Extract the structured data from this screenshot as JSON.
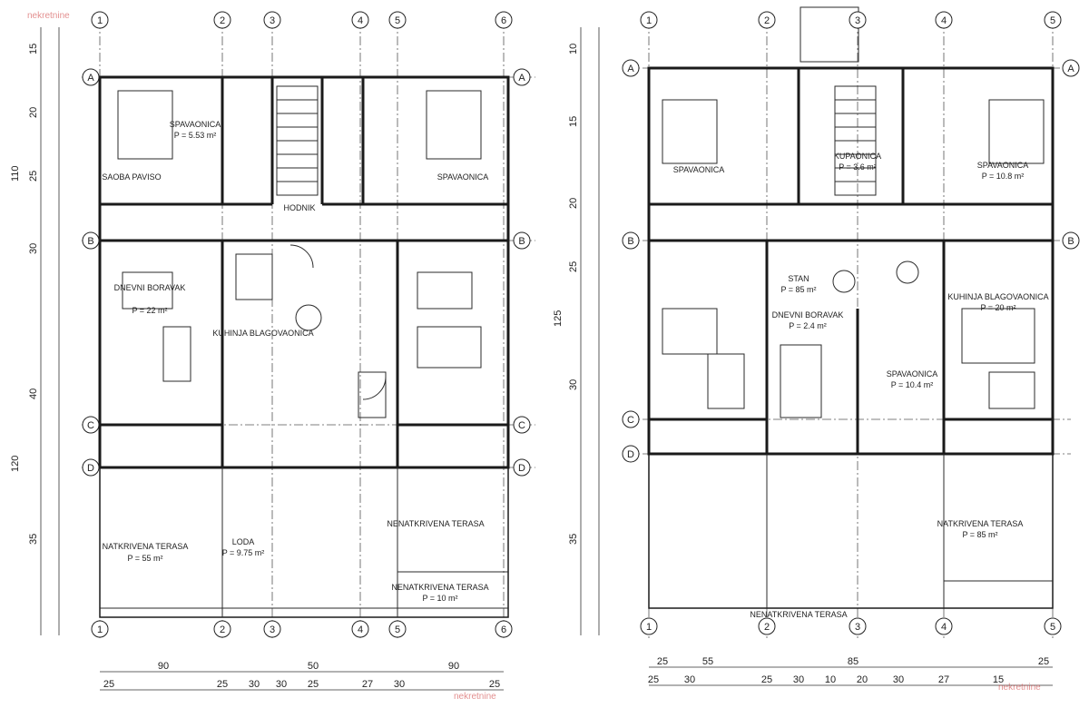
{
  "left_plan": {
    "grid_columns": [
      "1",
      "2",
      "3",
      "4",
      "5",
      "6"
    ],
    "grid_rows": [
      "A",
      "B",
      "C",
      "D"
    ],
    "rooms": [
      {
        "name": "SAOBA PAVISO",
        "line2": "",
        "area": ""
      },
      {
        "name": "SPAVAONICA",
        "line2": "",
        "area": "P = 5.53 m²"
      },
      {
        "name": "HODNIK",
        "line2": "",
        "area": ""
      },
      {
        "name": "DNEVNI BORAVAK",
        "line2": "",
        "area": "P = 22 m²"
      },
      {
        "name": "KUHINJA BLAGOVAONICA",
        "line2": "",
        "area": ""
      },
      {
        "name": "SPAVAONICA",
        "line2": "",
        "area": ""
      },
      {
        "name": "NATKRIVENA TERASA",
        "line2": "",
        "area": "P = 55 m²"
      },
      {
        "name": "LODA",
        "line2": "",
        "area": "P = 9.75 m²"
      },
      {
        "name": "NENATKRIVENA TERASA",
        "line2": "",
        "area": ""
      },
      {
        "name": "NENATKRIVENA TERASA",
        "line2": "",
        "area": "P = 10 m²"
      }
    ],
    "bottom_dims_1": [
      "90",
      "50",
      "90"
    ],
    "bottom_dims_2": [
      "25",
      "25",
      "30",
      "30",
      "25",
      "27",
      "30",
      "25"
    ],
    "side_dims": [
      "15",
      "20",
      "25",
      "30",
      "40",
      "35",
      "110",
      "120"
    ]
  },
  "right_plan": {
    "grid_columns": [
      "1",
      "2",
      "3",
      "4",
      "5"
    ],
    "grid_rows": [
      "A",
      "B",
      "C",
      "D"
    ],
    "rooms": [
      {
        "name": "SPAVAONICA",
        "line2": "",
        "area": "P = 10.8 m²"
      },
      {
        "name": "KUPAONICA",
        "line2": "",
        "area": "P = 3.6 m²"
      },
      {
        "name": "SPAVAONICA",
        "line2": "",
        "area": ""
      },
      {
        "name": "STAN",
        "line2": "",
        "area": "P = 85 m²"
      },
      {
        "name": "KUHINJA BLAGOVAONICA",
        "line2": "",
        "area": "P = 20 m²"
      },
      {
        "name": "DNEVNI BORAVAK",
        "line2": "",
        "area": "P = 2.4 m²"
      },
      {
        "name": "SPAVAONICA",
        "line2": "",
        "area": "P = 10.4 m²"
      },
      {
        "name": "NATKRIVENA TERASA",
        "line2": "",
        "area": "P = 85 m²"
      },
      {
        "name": "NENATKRIVENA TERASA",
        "line2": "",
        "area": ""
      }
    ],
    "bottom_dims_1": [
      "25",
      "55",
      "85",
      "25"
    ],
    "bottom_dims_2": [
      "25",
      "30",
      "25",
      "30",
      "10",
      "20",
      "30",
      "27",
      "15"
    ],
    "side_dims": [
      "10",
      "15",
      "20",
      "25",
      "30",
      "35",
      "125"
    ]
  },
  "watermark": "nekretnine"
}
